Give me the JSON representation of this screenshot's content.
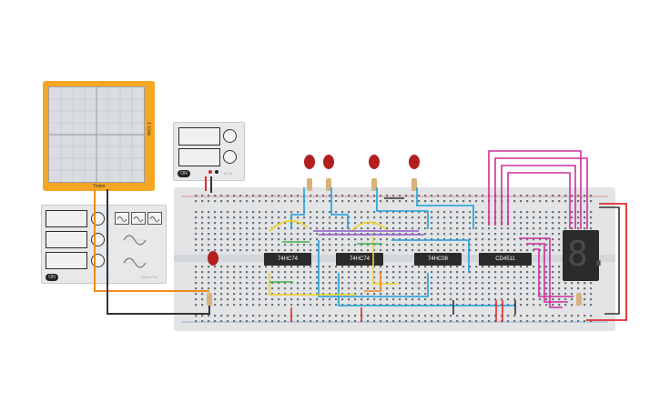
{
  "scope": {
    "side_label": "1 V/div",
    "brand": "Tinker"
  },
  "psu": {
    "button": "ON",
    "label": "5.0 V"
  },
  "fgen": {
    "button": "ON",
    "label": "Tinker Fun"
  },
  "chips": [
    "74HC74",
    "74HC74",
    "74HC08",
    "CD4511"
  ],
  "display": {
    "digit": "8."
  },
  "colors": {
    "scope": "#f5a623",
    "led": "#b21f1f",
    "wire_orange": "#f08a1c",
    "wire_blue": "#1e9fdc",
    "wire_pink": "#d02e9e",
    "wire_yellow": "#f2d21e",
    "wire_red": "#e32b2b",
    "wire_green": "#3bb34a",
    "wire_purple": "#8e5ac8"
  }
}
